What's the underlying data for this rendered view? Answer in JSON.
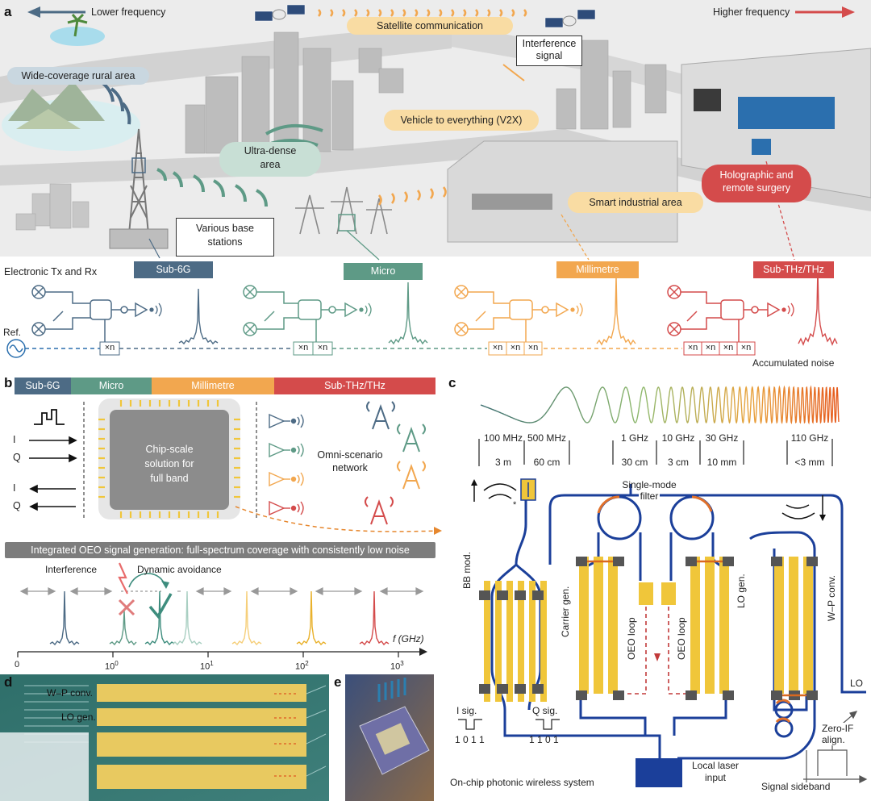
{
  "panel_a": {
    "panel_label": "a",
    "lower_freq": "Lower frequency",
    "higher_freq": "Higher frequency",
    "satellite": "Satellite communication",
    "interference_signal_l1": "Interference",
    "interference_signal_l2": "signal",
    "rural": "Wide-coverage rural area",
    "v2x": "Vehicle to everything (V2X)",
    "ultra_l1": "Ultra-dense",
    "ultra_l2": "area",
    "holo_l1": "Holographic and",
    "holo_l2": "remote surgery",
    "smart": "Smart industrial area",
    "base_l1": "Various base",
    "base_l2": "stations",
    "electronic": "Electronic Tx and Rx",
    "ref": "Ref.",
    "accumulated": "Accumulated noise",
    "bands": [
      "Sub-6G",
      "Micro",
      "Millimetre",
      "Sub-THz/THz"
    ],
    "mult": "×n"
  },
  "panel_b": {
    "panel_label": "b",
    "bands": [
      "Sub-6G",
      "Micro",
      "Millimetre",
      "Sub-THz/THz"
    ],
    "I": "I",
    "Q": "Q",
    "chip_l1": "Chip-scale",
    "chip_l2": "solution for",
    "chip_l3": "full band",
    "omni_l1": "Omni-scenario",
    "omni_l2": "network",
    "oeo_banner": "Integrated OEO signal generation: full-spectrum coverage with consistently low noise",
    "interference": "Interference",
    "dynamic": "Dynamic avoidance",
    "f_label": "f (GHz)",
    "ticks": [
      "0",
      "10^0",
      "10^1",
      "10^2",
      "10^3"
    ]
  },
  "panel_c": {
    "panel_label": "c",
    "freqs": [
      "100 MHz",
      "500 MHz",
      "1 GHz",
      "10 GHz",
      "30 GHz",
      "110 GHz"
    ],
    "wavelengths": [
      "3 m",
      "60 cm",
      "30 cm",
      "3 cm",
      "10 mm",
      "<3 mm"
    ],
    "single_mode_l1": "Single-mode",
    "single_mode_l2": "filter",
    "bb_mod": "BB mod.",
    "carrier_gen": "Carrier gen.",
    "oeo_loop": "OEO loop",
    "lo_gen": "LO gen.",
    "wp_conv": "W–P conv.",
    "i_sig": "I sig.",
    "q_sig": "Q sig.",
    "i_bits": "1 0 1 1",
    "q_bits": "1 1 0 1",
    "local_laser_l1": "Local laser",
    "local_laser_l2": "input",
    "zero_if_l1": "Zero-IF",
    "zero_if_l2": "align.",
    "lo": "LO",
    "signal_sideband": "Signal sideband",
    "on_chip": "On-chip photonic wireless system",
    "star": "*"
  },
  "panel_d": {
    "panel_label": "d",
    "wp_conv": "W–P conv.",
    "lo_gen": "LO gen."
  },
  "panel_e": {
    "panel_label": "e"
  },
  "colors": {
    "sub6g": "#4d6b85",
    "micro": "#5e9a86",
    "millimetre": "#f2a74f",
    "subthz": "#d44b4b",
    "waveguide": "#1b3f9a",
    "gold": "#f0c63a"
  }
}
